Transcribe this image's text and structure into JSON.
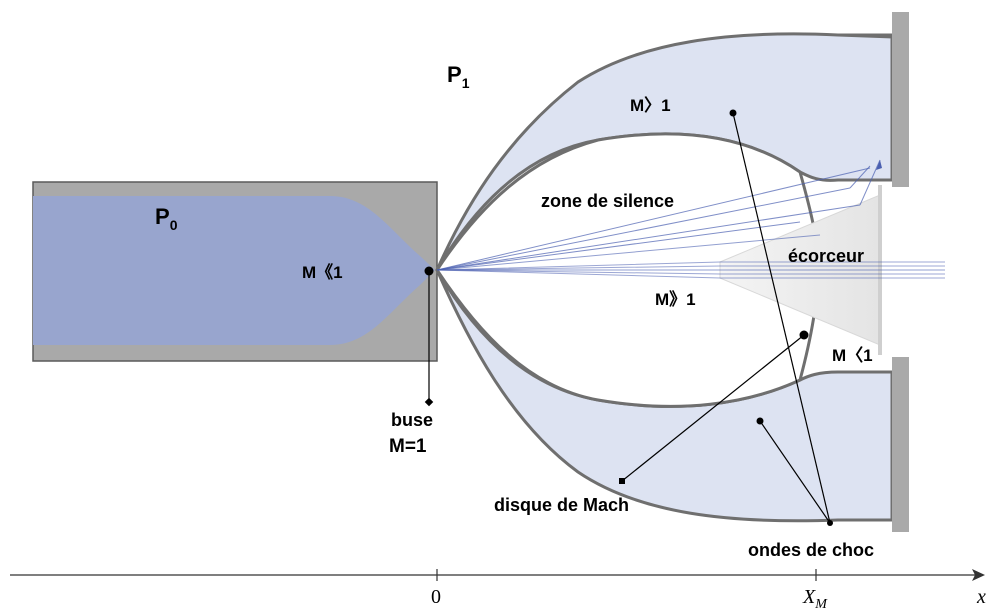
{
  "labels": {
    "p1_main": "P",
    "p1_sub": "1",
    "p0_main": "P",
    "p0_sub": "0",
    "m_gt_1": "M〉1",
    "zone_silence": "zone de silence",
    "m_ll_1": "M《1",
    "ecorceur": "écorceur",
    "m_gg_1": "M》1",
    "m_lt_1": "M〈1",
    "buse": "buse",
    "buse_m": "M=1",
    "disque_mach": "disque de Mach",
    "ondes_choc": "ondes de choc"
  },
  "axis": {
    "zero": "0",
    "xm_main": "X",
    "xm_sub": "M",
    "x": "x"
  },
  "colors": {
    "gray": "#a9a9a9",
    "blue_fill": "#98a5ce",
    "light_blue": "#dde3f2",
    "line_gray": "#6f6f6f",
    "beam": "#4a5fb0",
    "skimmer": "#ececec"
  }
}
